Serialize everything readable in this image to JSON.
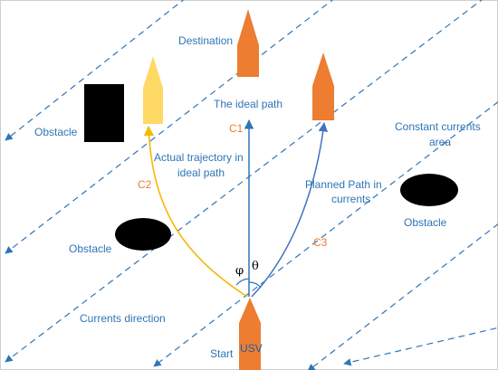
{
  "labels": {
    "destination": "Destination",
    "ideal_path": "The ideal path",
    "obstacle_left": "Obstacle",
    "constant_currents_1": "Constant currents",
    "constant_currents_2": "area",
    "actual_traj_1": "Actual trajectory in",
    "actual_traj_2": "ideal path",
    "c1": "C1",
    "c2": "C2",
    "c3": "C3",
    "planned_1": "Planned Path in",
    "planned_2": "currents",
    "obstacle_right": "Obstacle",
    "obstacle_mid": "Obstacle",
    "phi": "φ",
    "theta": "θ",
    "currents_direction": "Currents direction",
    "start": "Start",
    "usv": "USV"
  },
  "colors": {
    "current_lines": "#2e75b6",
    "ideal_path": "#2e75b6",
    "actual_trajectory": "#f5b800",
    "planned_path": "#4472c4",
    "usv_boat": "#ed7d31",
    "destination_boat": "#ed7d31",
    "drifted_boat": "#ffd966",
    "obstacle": "#000000"
  },
  "icons": {
    "usv": "boat-icon",
    "destination": "boat-icon",
    "arrow": "arrowhead-icon"
  }
}
